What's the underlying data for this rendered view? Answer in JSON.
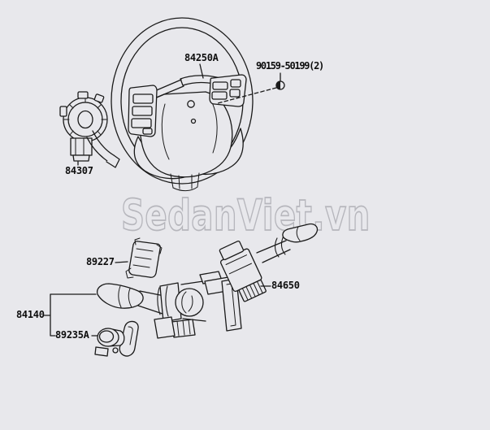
{
  "watermark": {
    "text": "SedanViet.vn"
  },
  "diagram": {
    "parts": {
      "pad_switch": {
        "label": "84250A"
      },
      "screw": {
        "label": "90159-50199(2)"
      },
      "spiral_cable": {
        "label": "84307"
      },
      "bracket": {
        "label": "89227"
      },
      "wiper_switch": {
        "label": "84650"
      },
      "combination_switch": {
        "label": "84140"
      },
      "fog_light_switch": {
        "label": "89235A"
      }
    }
  },
  "colors": {
    "background": "#e8e8ec",
    "line": "#1a1a1a",
    "watermark_outline": "#b6b6bc"
  }
}
